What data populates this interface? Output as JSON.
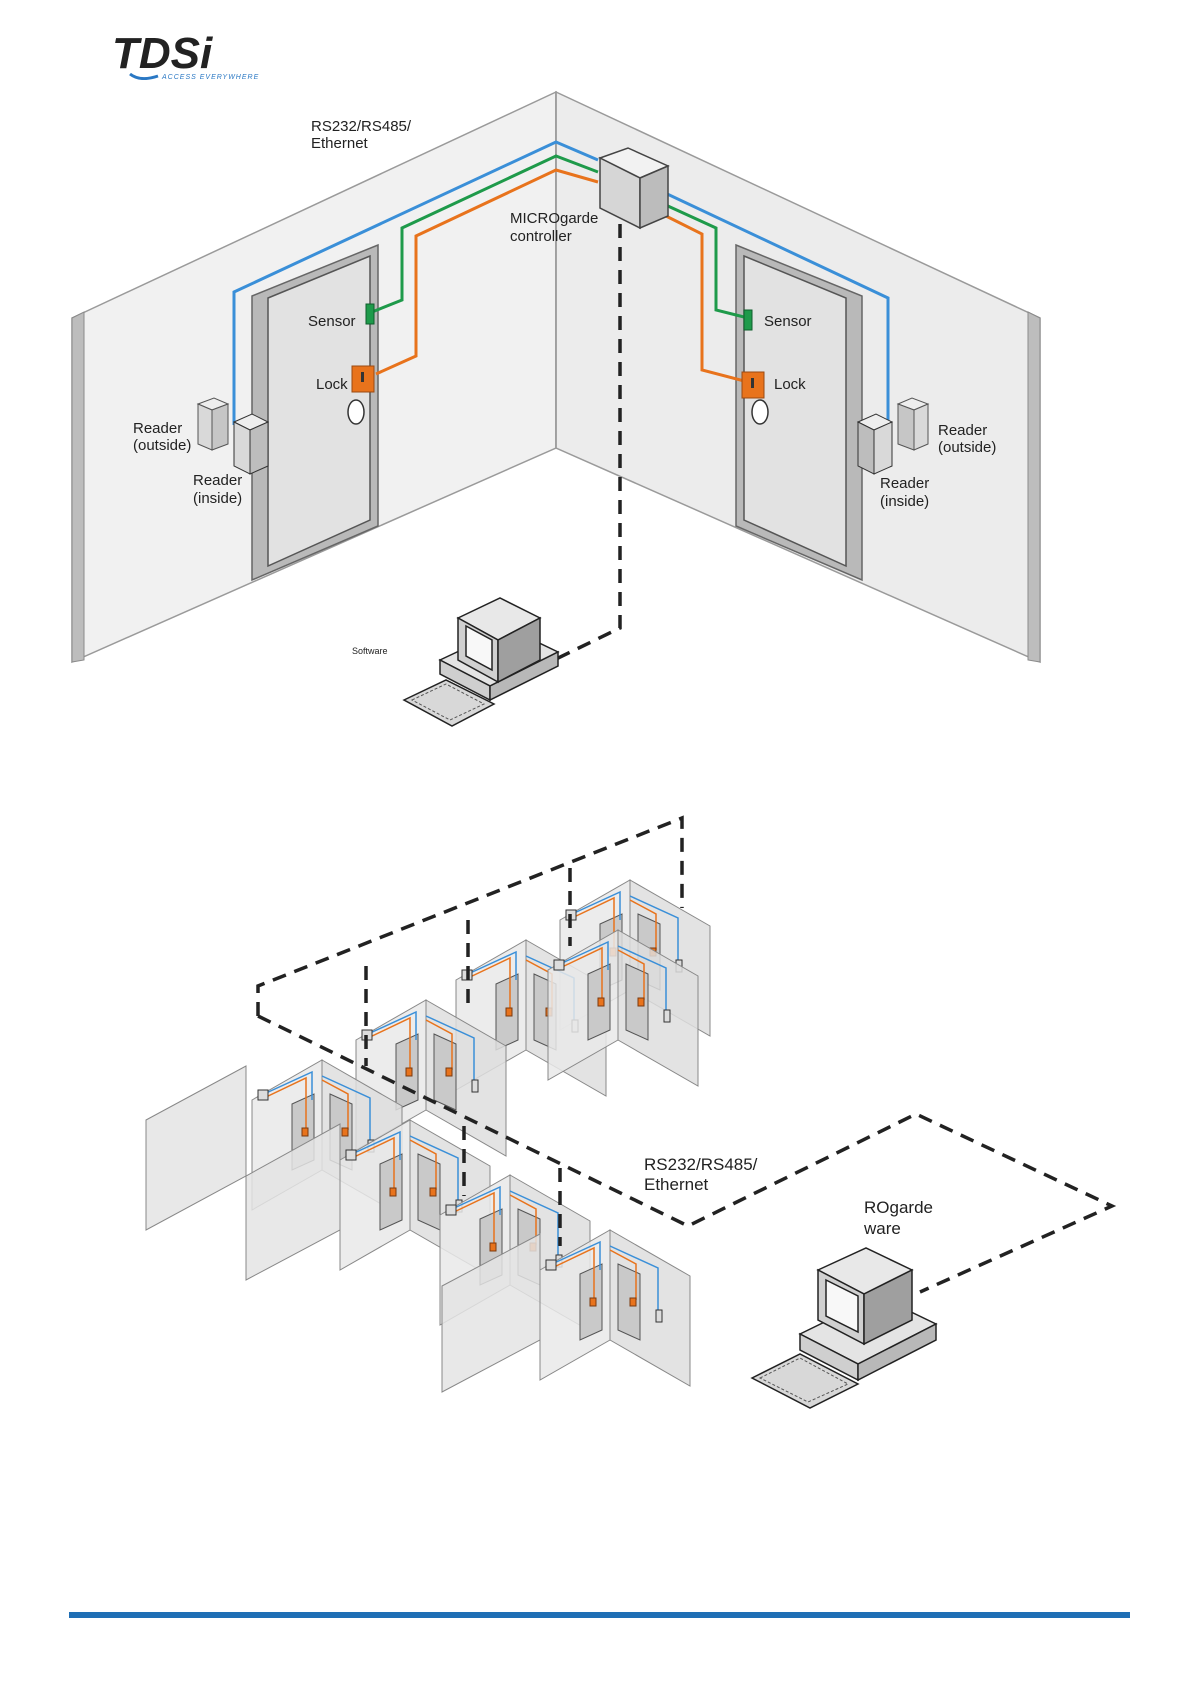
{
  "header": {
    "logo_text": "TDSi",
    "logo_tagline": "ACCESS EVERYWHERE",
    "logo_color": "#1f2a36",
    "logo_accent": "#2a78c4"
  },
  "diagram_single": {
    "network_label_line1": "RS232/RS485/",
    "network_label_line2": "Ethernet",
    "controller_label_line1": "MICROgarde",
    "controller_label_line2": "controller",
    "left_door": {
      "sensor": "Sensor",
      "lock": "Lock",
      "reader_out_line1": "Reader",
      "reader_out_line2": "(outside)",
      "reader_in_line1": "Reader",
      "reader_in_line2": "(inside)"
    },
    "right_door": {
      "sensor": "Sensor",
      "lock": "Lock",
      "reader_out_line1": "Reader",
      "reader_out_line2": "(outside)",
      "reader_in_line1": "Reader",
      "reader_in_line2": "(inside)"
    },
    "pc_label_fragment": "Software",
    "wire_colors": {
      "blue": "#3a8fd8",
      "green": "#1e9a4a",
      "orange": "#e8731c"
    }
  },
  "diagram_network": {
    "network_label_line1": "RS232/RS485/",
    "network_label_line2": "Ethernet",
    "software_label_line1": "ROgarde",
    "software_label_line2": "ware"
  },
  "footer": {
    "rule_color": "#1f6fb5"
  }
}
